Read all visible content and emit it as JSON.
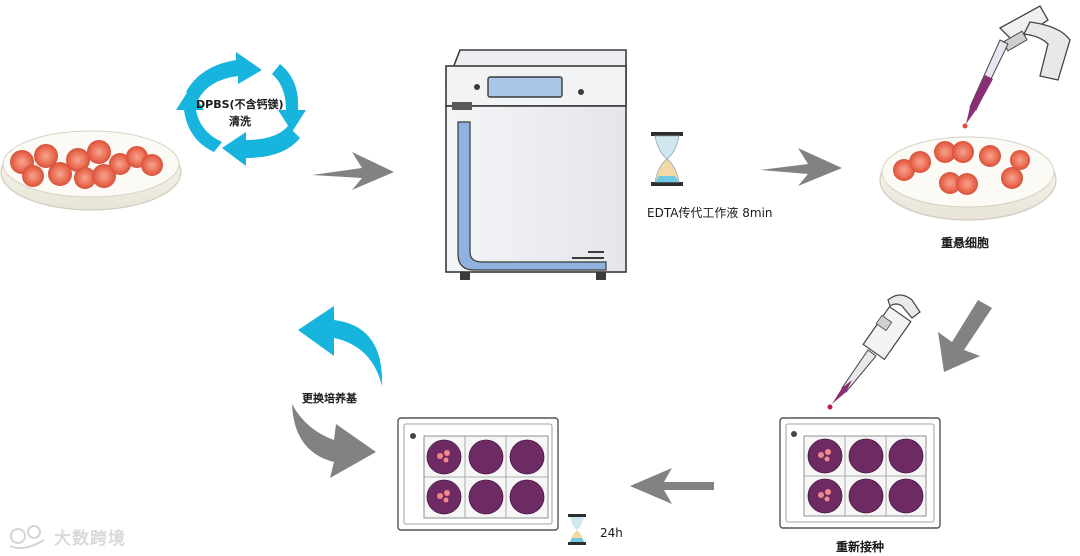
{
  "labels": {
    "wash": "DPBS(不含钙镁)",
    "wash2": "清洗",
    "edta": "EDTA传代工作液 8min",
    "resuspend": "重悬细胞",
    "reseed": "重新接种",
    "incubate": "24h",
    "change_medium": "更换培养基"
  },
  "watermark": "大数跨境",
  "colors": {
    "arrow_gray": "#828282",
    "arrow_cyan": "#17b4dd",
    "cell": "#e8674e",
    "well": "#6e2a63",
    "incubator_blue": "#8fb2e0"
  }
}
